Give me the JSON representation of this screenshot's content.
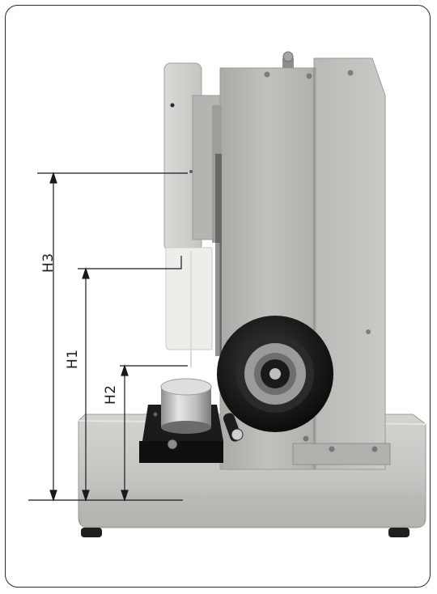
{
  "dimensions": {
    "h3": "H3",
    "h1": "H1",
    "h2": "H2"
  },
  "colors": {
    "body_gray": "#b9bcb7",
    "body_gray_dark": "#9ea19b",
    "base_gray": "#c3c6c1",
    "handwheel_black": "#141414",
    "weight_silver": "#c9c9c9",
    "frame_border": "#2b2b2b"
  }
}
